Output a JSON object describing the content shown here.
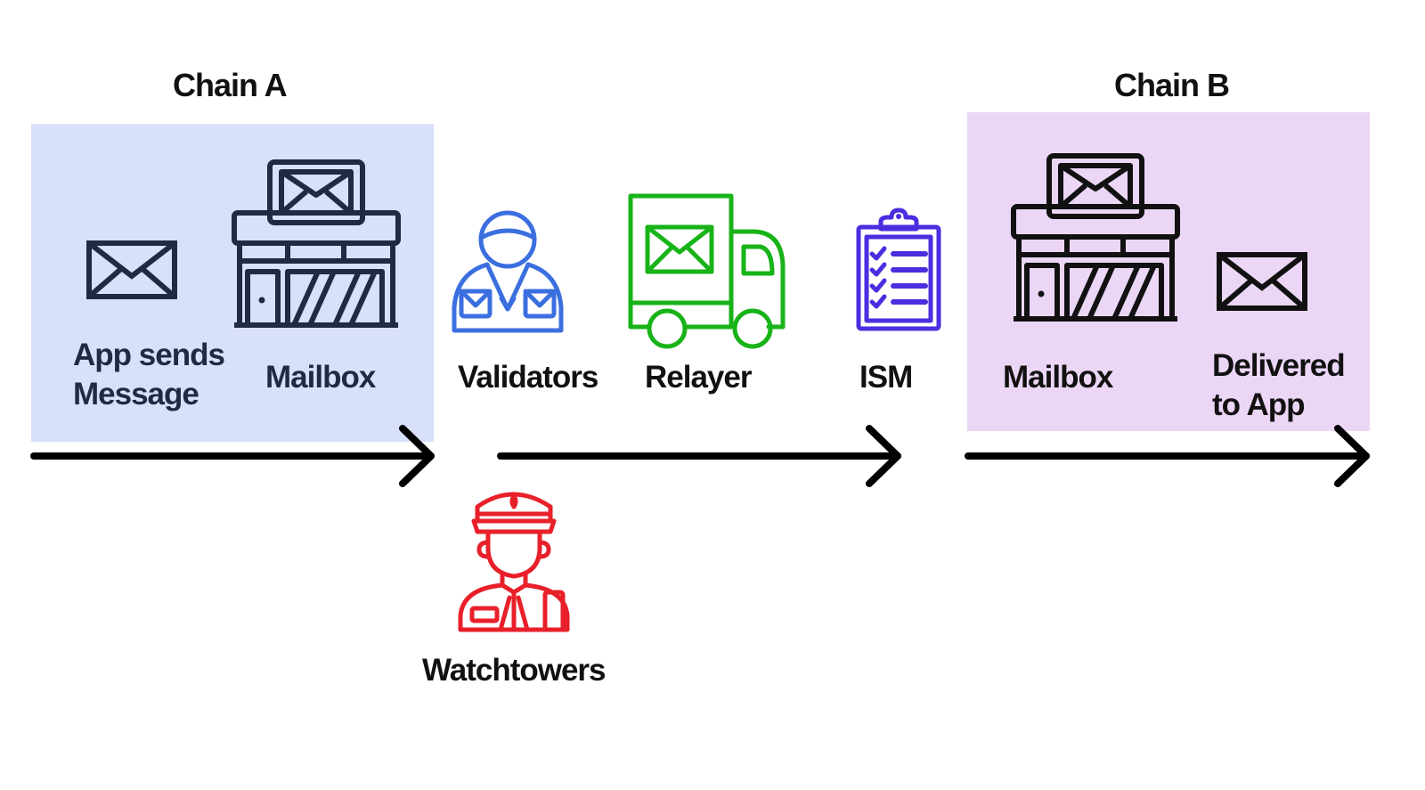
{
  "colors": {
    "chain_a_panel": "#d8e0fa",
    "chain_b_panel": "#ecd6f6",
    "arrow": "#000000",
    "navy_icon": "#1f2a44",
    "validators": "#3b6fe0",
    "relayer": "#18b318",
    "ism": "#4b2ee0",
    "watchtowers": "#e8202a"
  },
  "chain_a": {
    "title": "Chain A",
    "app_label_line1": "App sends",
    "app_label_line2": "Message",
    "mailbox_label": "Mailbox",
    "icons": [
      "envelope-icon",
      "mailbox-building-icon"
    ]
  },
  "offchain": {
    "validators_label": "Validators",
    "relayer_label": "Relayer",
    "ism_label": "ISM",
    "watchtowers_label": "Watchtowers",
    "icons": [
      "validator-person-icon",
      "relayer-truck-icon",
      "ism-clipboard-icon",
      "watchtower-guard-icon"
    ]
  },
  "chain_b": {
    "title": "Chain B",
    "mailbox_label": "Mailbox",
    "delivered_line1": "Delivered",
    "delivered_line2": "to App",
    "icons": [
      "mailbox-building-icon",
      "envelope-icon"
    ]
  },
  "arrows": [
    "chain-a-arrow",
    "relay-arrow",
    "chain-b-arrow"
  ]
}
